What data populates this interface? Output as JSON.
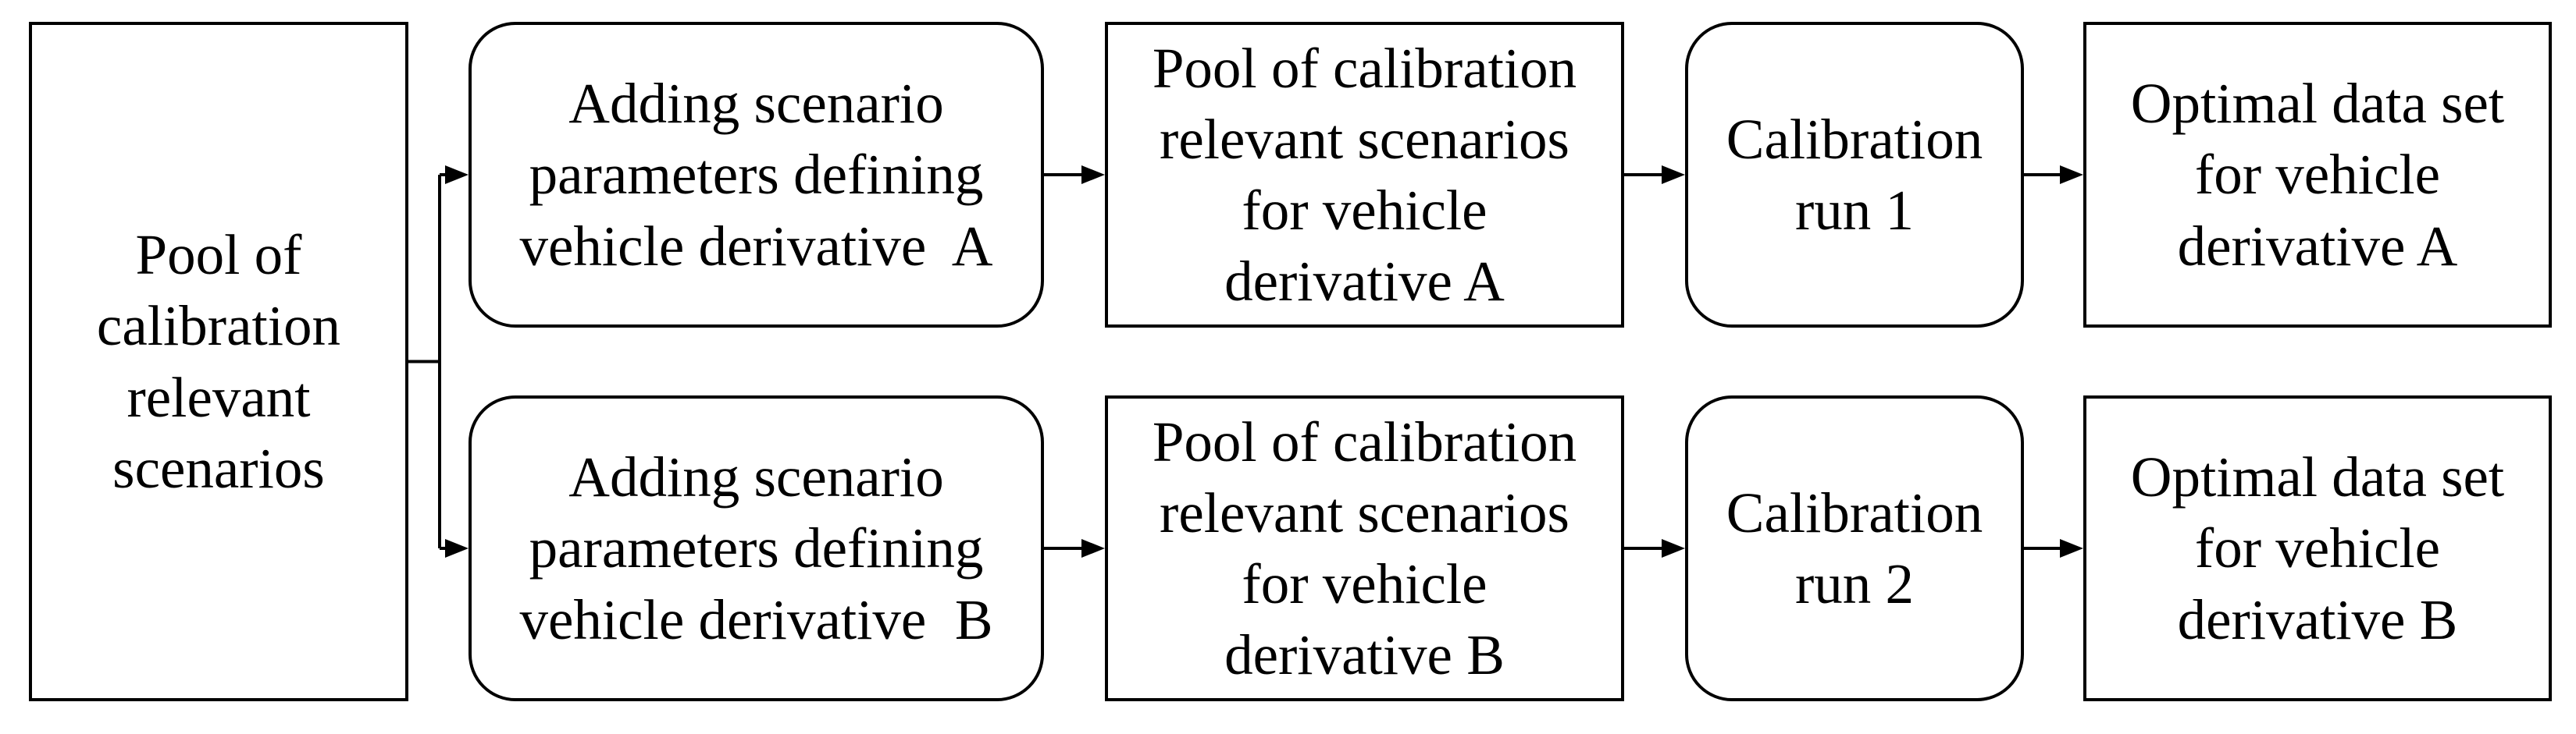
{
  "diagram": {
    "background_color": "#ffffff",
    "line_color": "#000000",
    "node_fill_color": "#ffffff",
    "nodes": {
      "pool": {
        "label": "Pool of\ncalibration\nrelevant\nscenarios",
        "shape": "rectangle"
      },
      "add_a": {
        "label": "Adding scenario\nparameters defining\nvehicle derivative  A",
        "shape": "rounded-rectangle"
      },
      "pool_a": {
        "label": "Pool of calibration\nrelevant scenarios\nfor vehicle\nderivative A",
        "shape": "rectangle"
      },
      "run_1": {
        "label": "Calibration\nrun 1",
        "shape": "rounded-rectangle"
      },
      "opt_a": {
        "label": "Optimal data set\nfor vehicle\nderivative A",
        "shape": "rectangle"
      },
      "add_b": {
        "label": "Adding scenario\nparameters defining\nvehicle derivative  B",
        "shape": "rounded-rectangle"
      },
      "pool_b": {
        "label": "Pool of calibration\nrelevant scenarios\nfor vehicle\nderivative B",
        "shape": "rectangle"
      },
      "run_2": {
        "label": "Calibration\nrun 2",
        "shape": "rounded-rectangle"
      },
      "opt_b": {
        "label": "Optimal data set\nfor vehicle\nderivative B",
        "shape": "rectangle"
      }
    },
    "edges": [
      {
        "from": "pool",
        "to": "add_a"
      },
      {
        "from": "pool",
        "to": "add_b"
      },
      {
        "from": "add_a",
        "to": "pool_a"
      },
      {
        "from": "pool_a",
        "to": "run_1"
      },
      {
        "from": "run_1",
        "to": "opt_a"
      },
      {
        "from": "add_b",
        "to": "pool_b"
      },
      {
        "from": "pool_b",
        "to": "run_2"
      },
      {
        "from": "run_2",
        "to": "opt_b"
      }
    ]
  }
}
